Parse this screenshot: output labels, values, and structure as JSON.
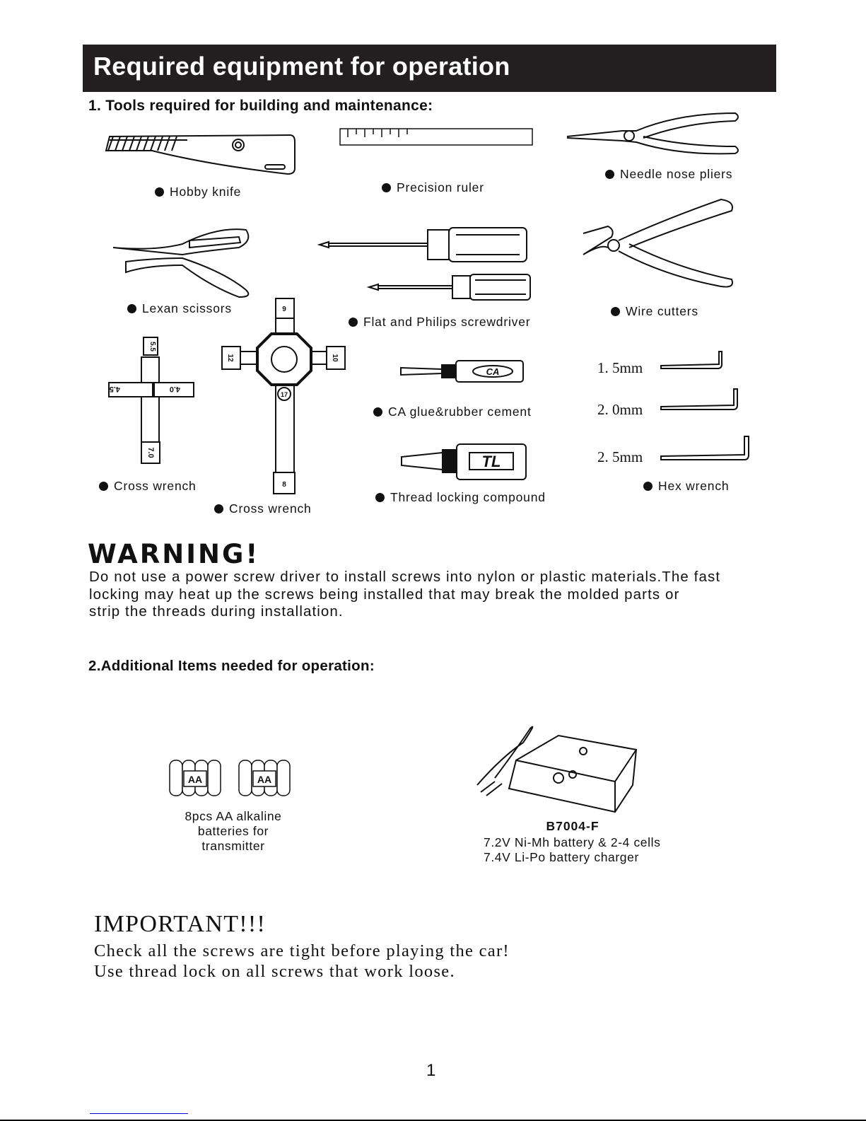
{
  "header": {
    "title": "Required equipment for operation"
  },
  "section1": {
    "heading": "1. Tools required for building and maintenance:",
    "tools": [
      "Hobby knife",
      "Precision ruler",
      "Needle nose pliers",
      "Lexan scissors",
      "Flat and Philips screwdriver",
      "Wire cutters",
      "CA glue&rubber cement",
      "Cross wrench",
      "Cross wrench",
      "Thread locking compound",
      "Hex wrench"
    ],
    "small_wrench_sizes": [
      "5.5",
      "4.5",
      "4.0",
      "7.0"
    ],
    "large_wrench_sizes": [
      "9",
      "12",
      "10",
      "17",
      "8"
    ],
    "ca_mark": "CA",
    "tl_mark": "TL",
    "hex_sizes": [
      "1. 5mm",
      "2. 0mm",
      "2. 5mm"
    ]
  },
  "warning": {
    "title": "WARNING!",
    "lines": [
      "Do not use a power screw driver to install screws into nylon or plastic materials.The fast",
      "locking may heat up the screws being installed that may break the molded parts or",
      "strip the threads during installation."
    ]
  },
  "section2": {
    "heading": "2.Additional Items needed for operation:",
    "battery_mark": "AA",
    "battery_caption": [
      "8pcs AA alkaline",
      "batteries for",
      "transmitter"
    ],
    "charger_model": "B7004-F",
    "charger_caption": [
      "7.2V Ni-Mh battery & 2-4 cells",
      "7.4V Li-Po battery charger"
    ]
  },
  "important": {
    "title": "IMPORTANT!!!",
    "lines": [
      "Check all the screws are tight before playing the car!",
      "Use thread lock on all screws that work loose."
    ]
  },
  "page_number": "1"
}
